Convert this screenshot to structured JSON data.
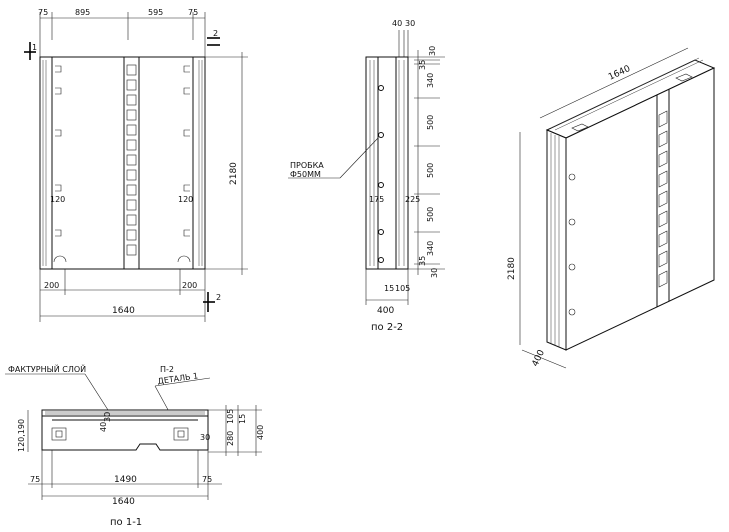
{
  "front_view": {
    "dim_top_left": "75",
    "dim_top_895": "895",
    "dim_top_595": "595",
    "dim_top_right": "75",
    "dim_height": "2180",
    "dim_bottom_200_left": "200",
    "dim_bottom_200_right": "200",
    "dim_total_width": "1640",
    "dim_120_left": "120",
    "dim_120_right": "120",
    "section_mark_1": "1",
    "section_mark_2_top": "2",
    "section_mark_2_bottom": "2"
  },
  "side_view": {
    "title": "по 2-2",
    "dim_top_40": "40",
    "dim_top_30": "30",
    "dims_right": [
      "30",
      "35",
      "340",
      "500",
      "500",
      "500",
      "340",
      "35",
      "30"
    ],
    "dim_175": "175",
    "dim_225": "225",
    "dim_15": "15",
    "dim_105": "105",
    "dim_width": "400",
    "plug_label_1": "ПРОБКА",
    "plug_label_2": "Ф50ММ"
  },
  "isometric": {
    "dim_length": "1640",
    "dim_height": "2180",
    "dim_depth": "400"
  },
  "section_view": {
    "title": "по 1-1",
    "texture_layer_label": "ФАКТУРНЫЙ СЛОЙ",
    "p2_label": "П-2",
    "detail_label": "ДЕТАЛЬ 1",
    "dim_left_vertical": "120,190",
    "dim_40": "40",
    "dim_30_top": "30",
    "dim_30_side": "30",
    "dim_105": "105",
    "dim_15": "15",
    "dim_280": "280",
    "dim_400": "400",
    "dim_75_left": "75",
    "dim_1490": "1490",
    "dim_75_right": "75",
    "dim_1640": "1640"
  }
}
